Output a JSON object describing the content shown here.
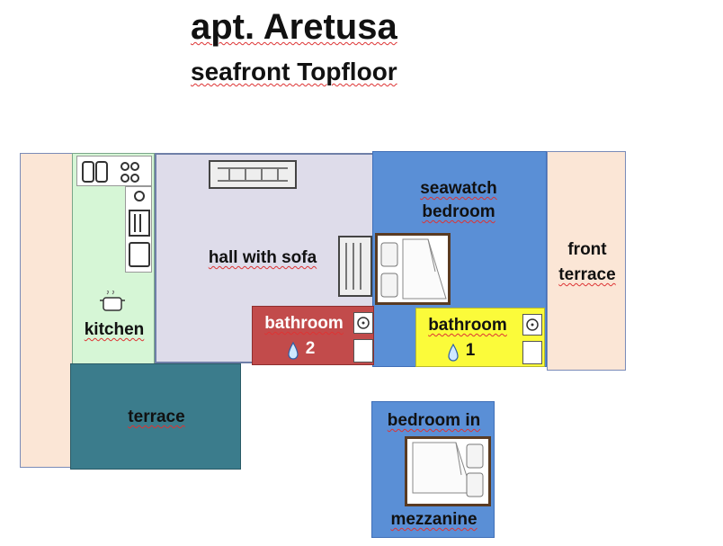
{
  "header": {
    "title": "apt. Aretusa",
    "subtitle": "seafront Topfloor"
  },
  "rooms": {
    "kitchen": "kitchen",
    "hall": "hall with sofa",
    "seawatch_line1": "seawatch",
    "seawatch_line2": "bedroom",
    "front_terrace_line1": "front",
    "front_terrace_line2": "terrace",
    "terrace": "terrace",
    "bathroom2": "bathroom",
    "bathroom2_number": "2",
    "bathroom1": "bathroom",
    "bathroom1_number": "1",
    "mezzanine_line1": "bedroom in",
    "mezzanine_line2": "mezzanine"
  },
  "colors": {
    "terrace_strip": "#fbe6d6",
    "kitchen": "#d6f6d6",
    "hall": "#dedcea",
    "bedroom": "#5a8fd6",
    "terrace": "#3b7c8c",
    "bathroom2": "#c24b4b",
    "bathroom1": "#fbfb3a"
  },
  "icons": [
    "stove-pot-icon",
    "water-drop-icon",
    "bed-icon",
    "sink-icon",
    "sofa-icon"
  ]
}
